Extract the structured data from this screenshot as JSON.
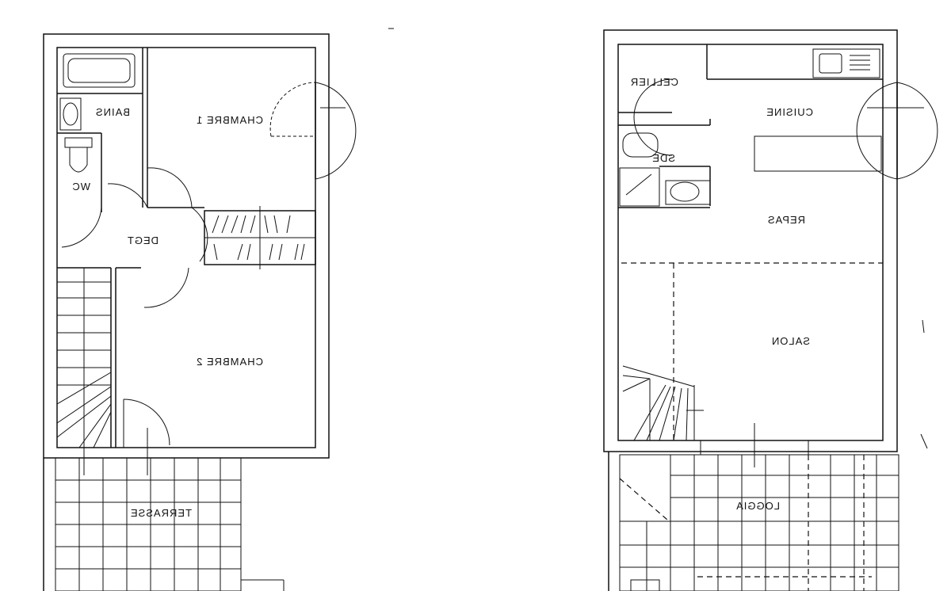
{
  "rooms": {
    "bains": "BAINS",
    "chambre1": "CHAMBRE 1",
    "wc": "WC",
    "deg": "DEGT",
    "chambre2": "CHAMBRE 2",
    "terrasse": "TERRASSE",
    "cellier": "CELLIER",
    "cuisine": "CUISINE",
    "sde": "SDE",
    "repas": "REPAS",
    "salon": "SALON",
    "loggia": "LOGGIA"
  },
  "note": "All room labels appear mirrored (horizontally flipped) in the scanned plan."
}
